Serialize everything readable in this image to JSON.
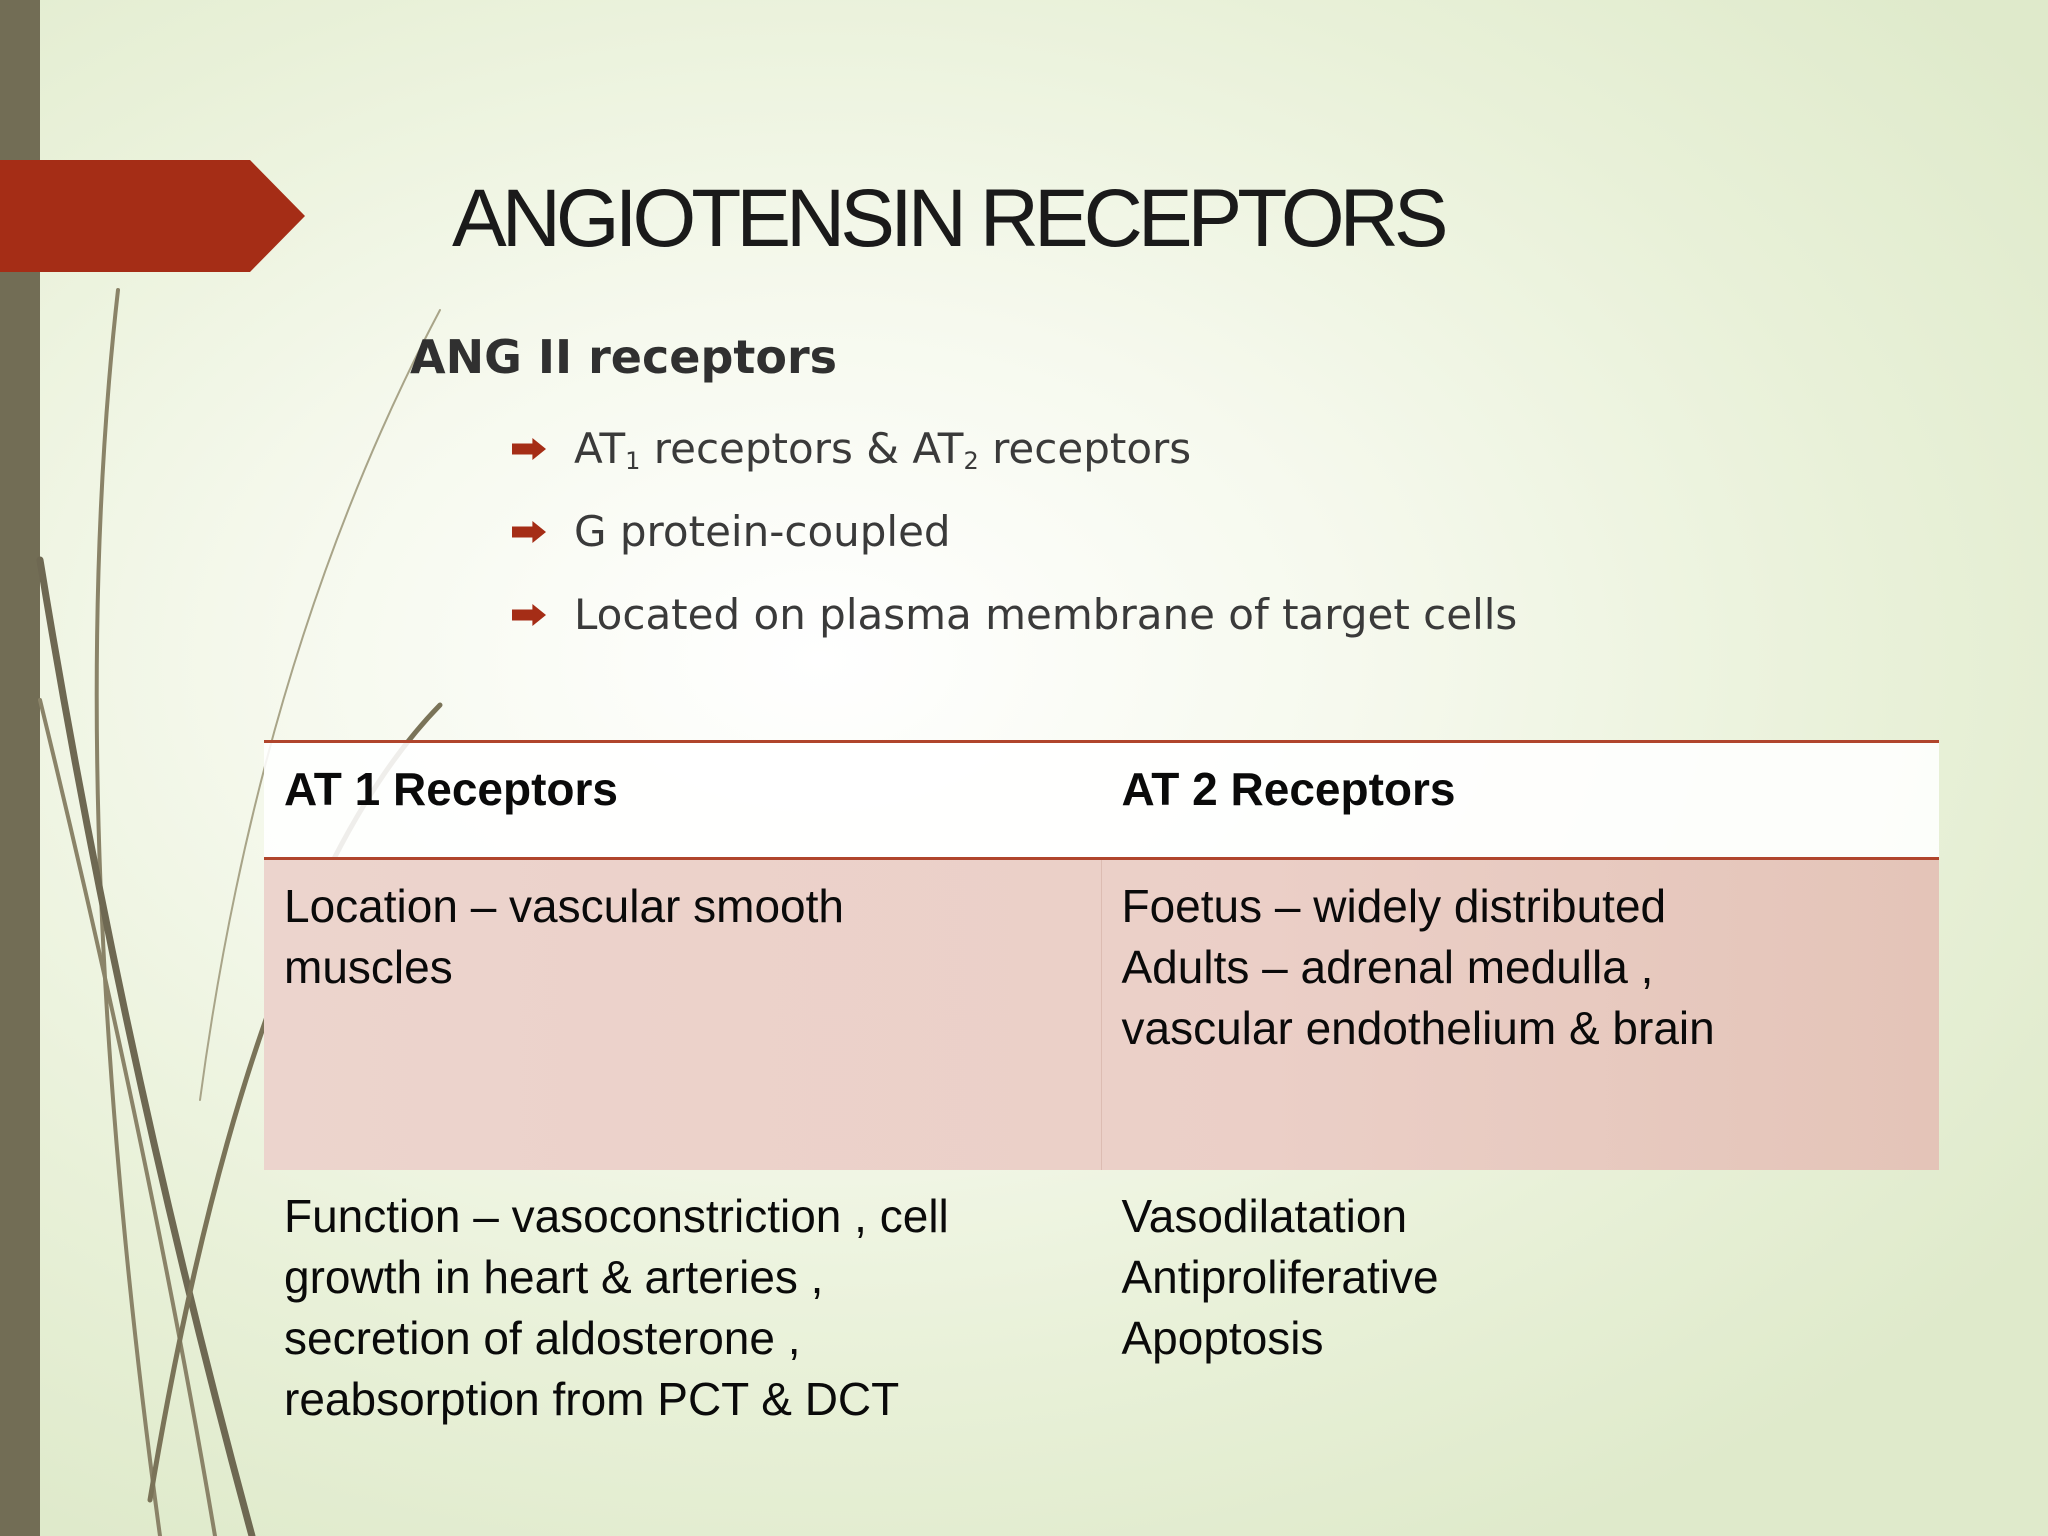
{
  "slide": {
    "title": "ANGIOTENSIN RECEPTORS",
    "subtitle": "ANG II receptors",
    "bullets": [
      {
        "prefix": "AT",
        "sub1": "1",
        "middle": " receptors  & AT",
        "sub2": "2",
        "suffix": " receptors"
      },
      {
        "text": "G protein-coupled"
      },
      {
        "text": "Located on  plasma membrane of target cells"
      }
    ]
  },
  "table": {
    "headers": [
      "AT 1 Receptors",
      "AT 2 Receptors"
    ],
    "rows": [
      {
        "col1": [
          "Location – vascular smooth",
          "muscles"
        ],
        "col2": [
          "Foetus – widely distributed",
          "Adults – adrenal  medulla ,",
          "vascular endothelium & brain"
        ]
      },
      {
        "col1": [
          "Function – vasoconstriction , cell",
          "growth  in heart & arteries ,",
          "secretion of aldosterone ,",
          "reabsorption from PCT & DCT"
        ],
        "col2": [
          "Vasodilatation",
          "Antiproliferative",
          "Apoptosis"
        ]
      }
    ]
  },
  "colors": {
    "accent": "#a52d16",
    "side_bar": "#726d55"
  }
}
